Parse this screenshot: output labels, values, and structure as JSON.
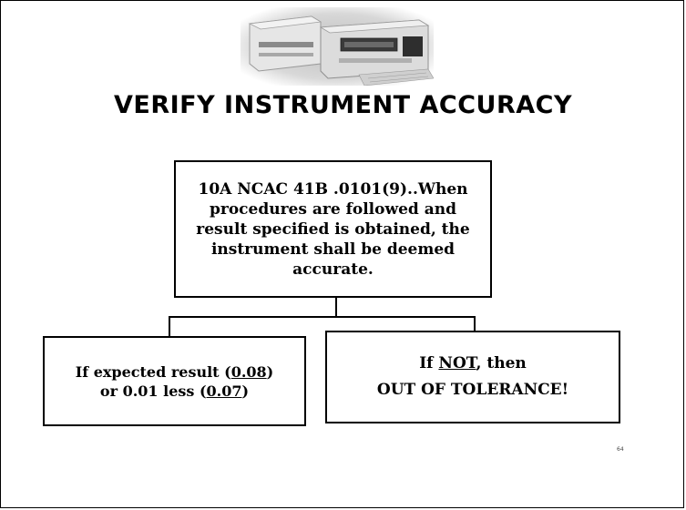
{
  "title": "VERIFY INSTRUMENT ACCURACY",
  "regulation_box": {
    "text": "10A NCAC 41B .0101(9)..When procedures are followed and result specified is obtained, the instrument shall be deemed accurate."
  },
  "pass_box": {
    "prefix": "If expected result (",
    "expected_value": "0.08",
    "middle": ")",
    "line2_prefix": "or 0.01 less (",
    "lower_value": "0.07",
    "suffix": ")"
  },
  "fail_box": {
    "prefix": "If ",
    "emphasis": "NOT",
    "suffix": ", then",
    "line2": "OUT OF TOLERANCE!"
  },
  "page_number": "64"
}
